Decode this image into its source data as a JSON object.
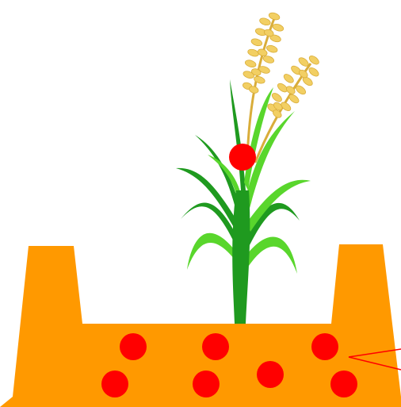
{
  "colors": {
    "soil": "#ff9900",
    "particle": "#ff0000",
    "pointer": "#ff0000",
    "leaf_dark": "#1f9a1f",
    "leaf_light": "#59d62c",
    "grain": "#f2cf63",
    "grain_dark": "#d9ad3a"
  },
  "icons": {
    "plant": "rice-plant-icon",
    "particle": "red-dot"
  },
  "counts": {
    "particles_in_soil": 7,
    "particles_on_plant": 1
  }
}
